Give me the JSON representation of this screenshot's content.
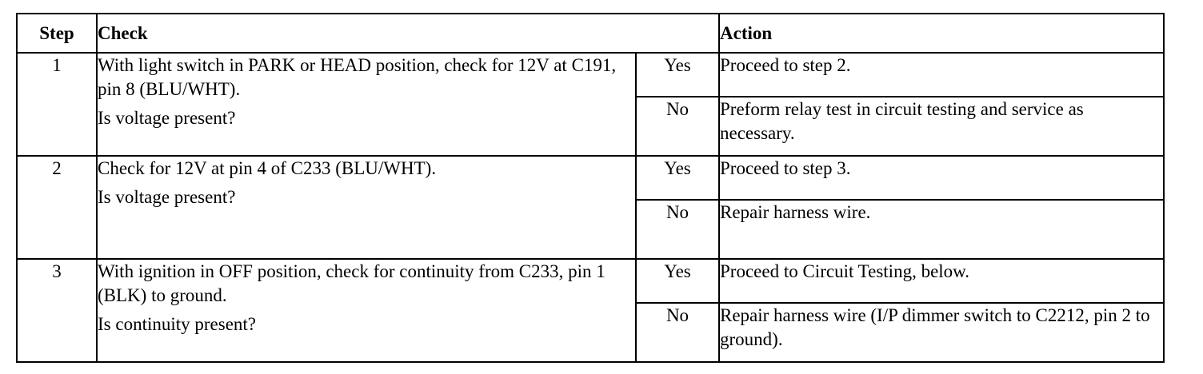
{
  "headers": {
    "step": "Step",
    "check": "Check",
    "action": "Action"
  },
  "steps": [
    {
      "number": "1",
      "check_line1": "With light switch in PARK or HEAD position, check for 12V at C191, pin 8 (BLU/WHT).",
      "question": "Is voltage present?",
      "yes_label": "Yes",
      "yes_action": "Proceed to step 2.",
      "no_label": "No",
      "no_action": "Preform relay test in circuit testing and service as necessary."
    },
    {
      "number": "2",
      "check_line1": "Check for 12V at pin 4 of C233 (BLU/WHT).",
      "question": "Is voltage present?",
      "yes_label": "Yes",
      "yes_action": "Proceed to step 3.",
      "no_label": "No",
      "no_action": "Repair harness wire."
    },
    {
      "number": "3",
      "check_line1": "With ignition in OFF position, check for continuity from C233, pin 1 (BLK) to ground.",
      "question": "Is continuity present?",
      "yes_label": "Yes",
      "yes_action": "Proceed to Circuit Testing, below.",
      "no_label": "No",
      "no_action": "Repair harness wire (I/P dimmer switch to C2212, pin 2 to ground)."
    }
  ]
}
